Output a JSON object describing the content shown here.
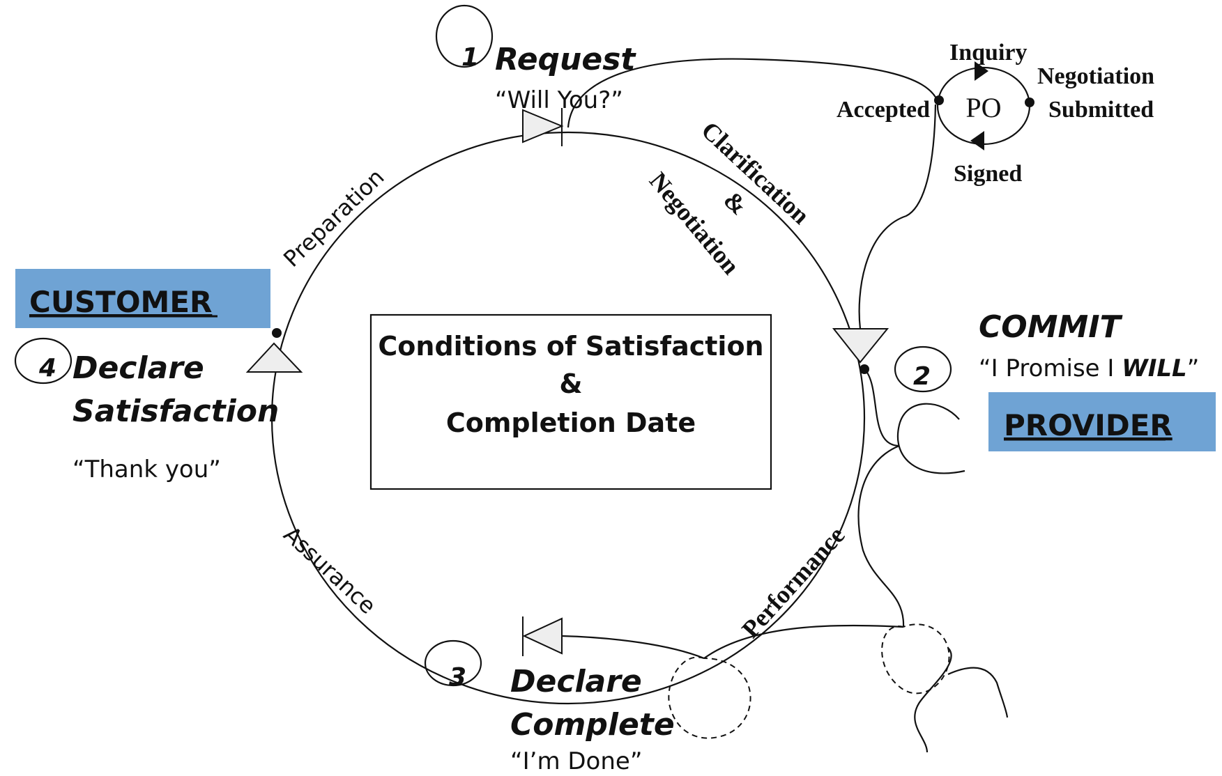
{
  "customer": {
    "label": "CUSTOMER",
    "color": "#6fa3d4"
  },
  "provider": {
    "label": "PROVIDER",
    "color": "#6fa3d4"
  },
  "center": {
    "line1": "Conditions of Satisfaction",
    "line2": "&",
    "line3": "Completion Date"
  },
  "steps": {
    "request": {
      "number": "1",
      "title": "Request",
      "quote": "“Will You?”"
    },
    "commit": {
      "number": "2",
      "title": "COMMIT",
      "quote_prefix": "“I Promise I ",
      "quote_bold": "WILL",
      "quote_suffix": "”"
    },
    "complete": {
      "number": "3",
      "title_line1": "Declare",
      "title_line2": "Complete",
      "quote": "“I’m Done”"
    },
    "satisfaction": {
      "number": "4",
      "title_line1": "Declare",
      "title_line2": "Satisfaction",
      "quote": "“Thank you”"
    }
  },
  "phases": {
    "preparation": "Preparation",
    "clarification": "Clarification",
    "ampersand": "&",
    "negotiation": "Negotiation",
    "performance": "Performance",
    "assurance": "Assurance"
  },
  "po_cycle": {
    "center": "PO",
    "inquiry": "Inquiry",
    "negotiation": "Negotiation",
    "submitted": "Submitted",
    "signed": "Signed",
    "accepted": "Accepted"
  }
}
